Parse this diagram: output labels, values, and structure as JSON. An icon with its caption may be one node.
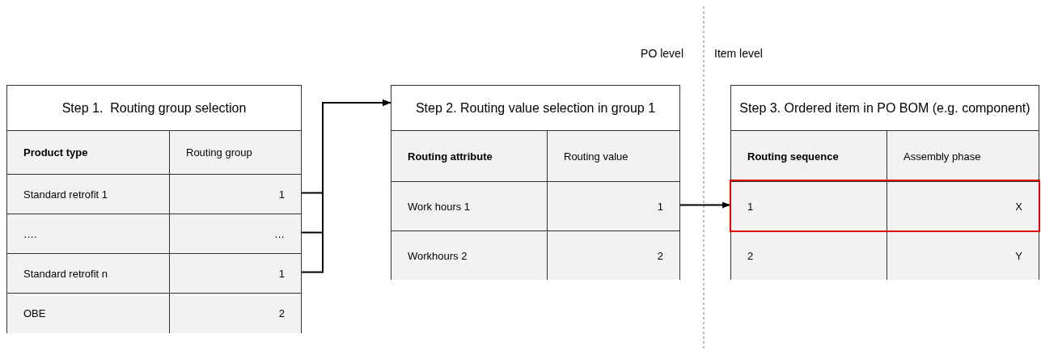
{
  "diagram": {
    "nodes": [
      {
        "text": [
          "Step 1.  Routing group selection"
        ]
      },
      {
        "text": [
          "Product type",
          "Routing group"
        ],
        "in": 0
      },
      {
        "text": [
          "Standard retrofit 1",
          "1"
        ],
        "in": 0
      },
      {
        "text": [
          "….",
          "…"
        ],
        "in": 0
      },
      {
        "text": [
          "Standard retrofit n",
          "1"
        ],
        "in": 0
      },
      {
        "text": [
          "OBE",
          "2"
        ],
        "in": 0
      },
      {
        "text": [
          "Step 2. Routing value selection in group 1"
        ]
      },
      {
        "text": [
          "Routing attribute",
          "Routing value"
        ],
        "in": 6
      },
      {
        "text": [
          "Work hours 1",
          "1"
        ],
        "in": 6
      },
      {
        "text": [
          "Workhours 2",
          "2"
        ],
        "in": 6
      },
      {
        "text": [
          "Step 3. Ordered item in PO BOM (e.g. component)"
        ]
      },
      {
        "text": [
          "Routing sequence",
          "Assembly phase"
        ],
        "in": 10
      },
      {
        "text": [
          "1",
          "X"
        ],
        "in": 10
      },
      {
        "text": [
          "2",
          "Y"
        ],
        "in": 10
      }
    ],
    "edges": [
      {
        "from": 2,
        "to": 6,
        "arrow": "to"
      },
      {
        "from": 3,
        "to": 6,
        "arrow": "to"
      },
      {
        "from": 4,
        "to": 6,
        "arrow": "to"
      },
      {
        "from": 8,
        "to": 12,
        "arrow": "to"
      }
    ],
    "labels": [
      "PO level",
      "Item level"
    ]
  }
}
